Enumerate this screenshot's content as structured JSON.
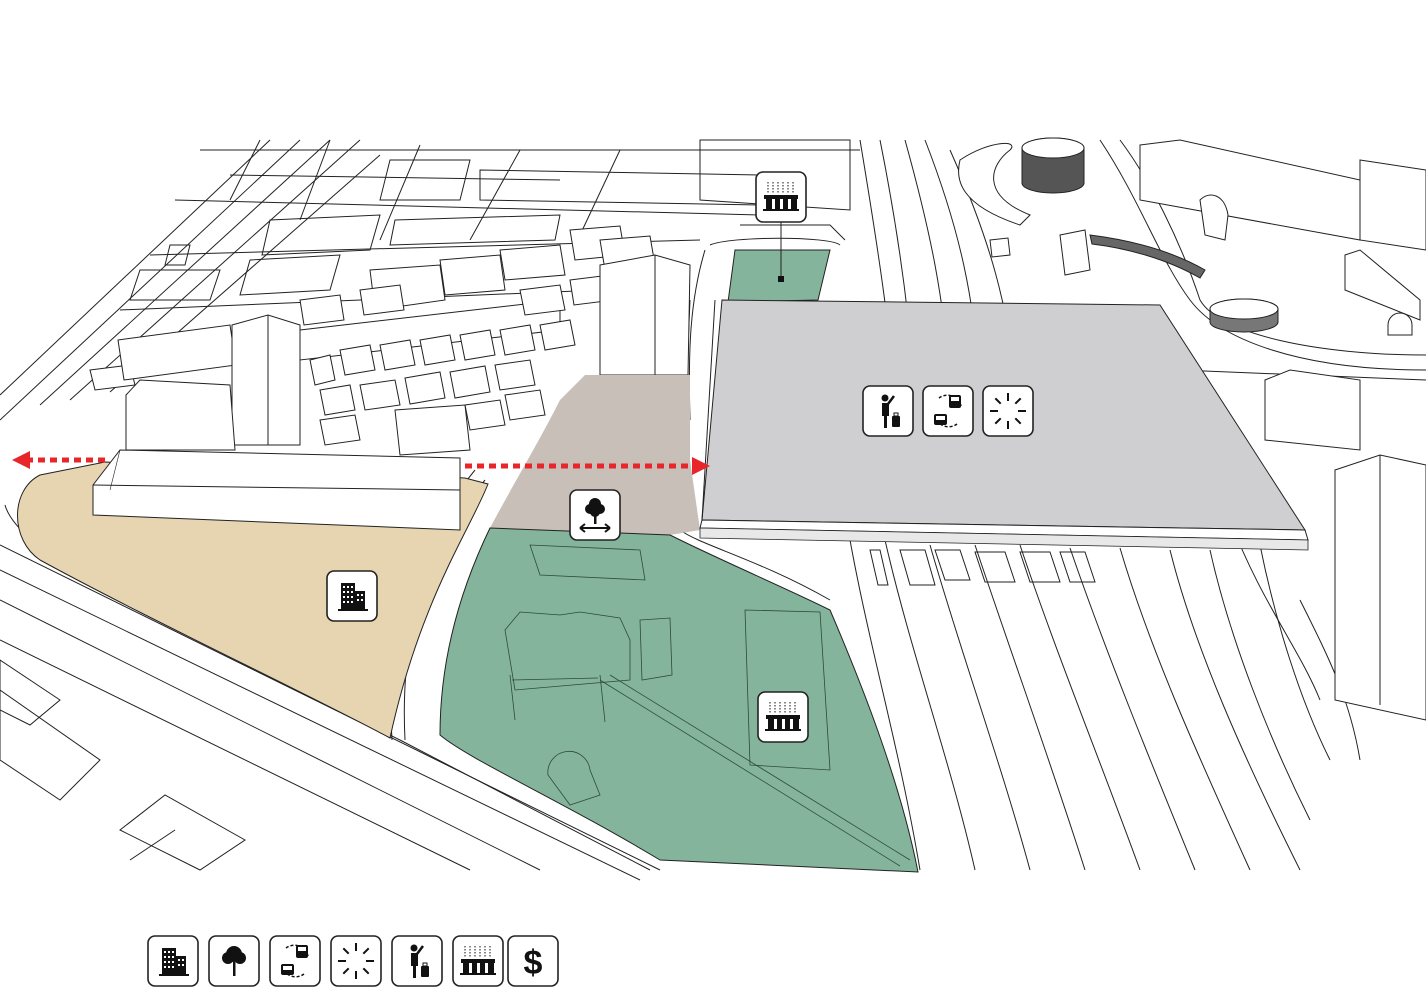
{
  "diagram": {
    "zones": [
      {
        "id": "development",
        "color": "#e6d5b0",
        "icon": "building-icon"
      },
      {
        "id": "green-park",
        "color": "#84b49c",
        "icon": "market-icon"
      },
      {
        "id": "green-plaza",
        "color": "#84b49c",
        "icon": "market-icon"
      },
      {
        "id": "open-space",
        "color": "#c8bfb8",
        "icon": "tree-arrows-icon"
      },
      {
        "id": "station-roof",
        "color": "#cfcfd1",
        "icons": [
          "traveler-icon",
          "transit-transfer-icon",
          "light-burst-icon"
        ]
      }
    ],
    "connection_color": "#e8262a"
  },
  "legend": {
    "icons": [
      "building-icon",
      "tree-icon",
      "transit-transfer-icon",
      "light-burst-icon",
      "traveler-icon",
      "market-icon",
      "dollar-icon"
    ],
    "dollar_symbol": "$"
  }
}
